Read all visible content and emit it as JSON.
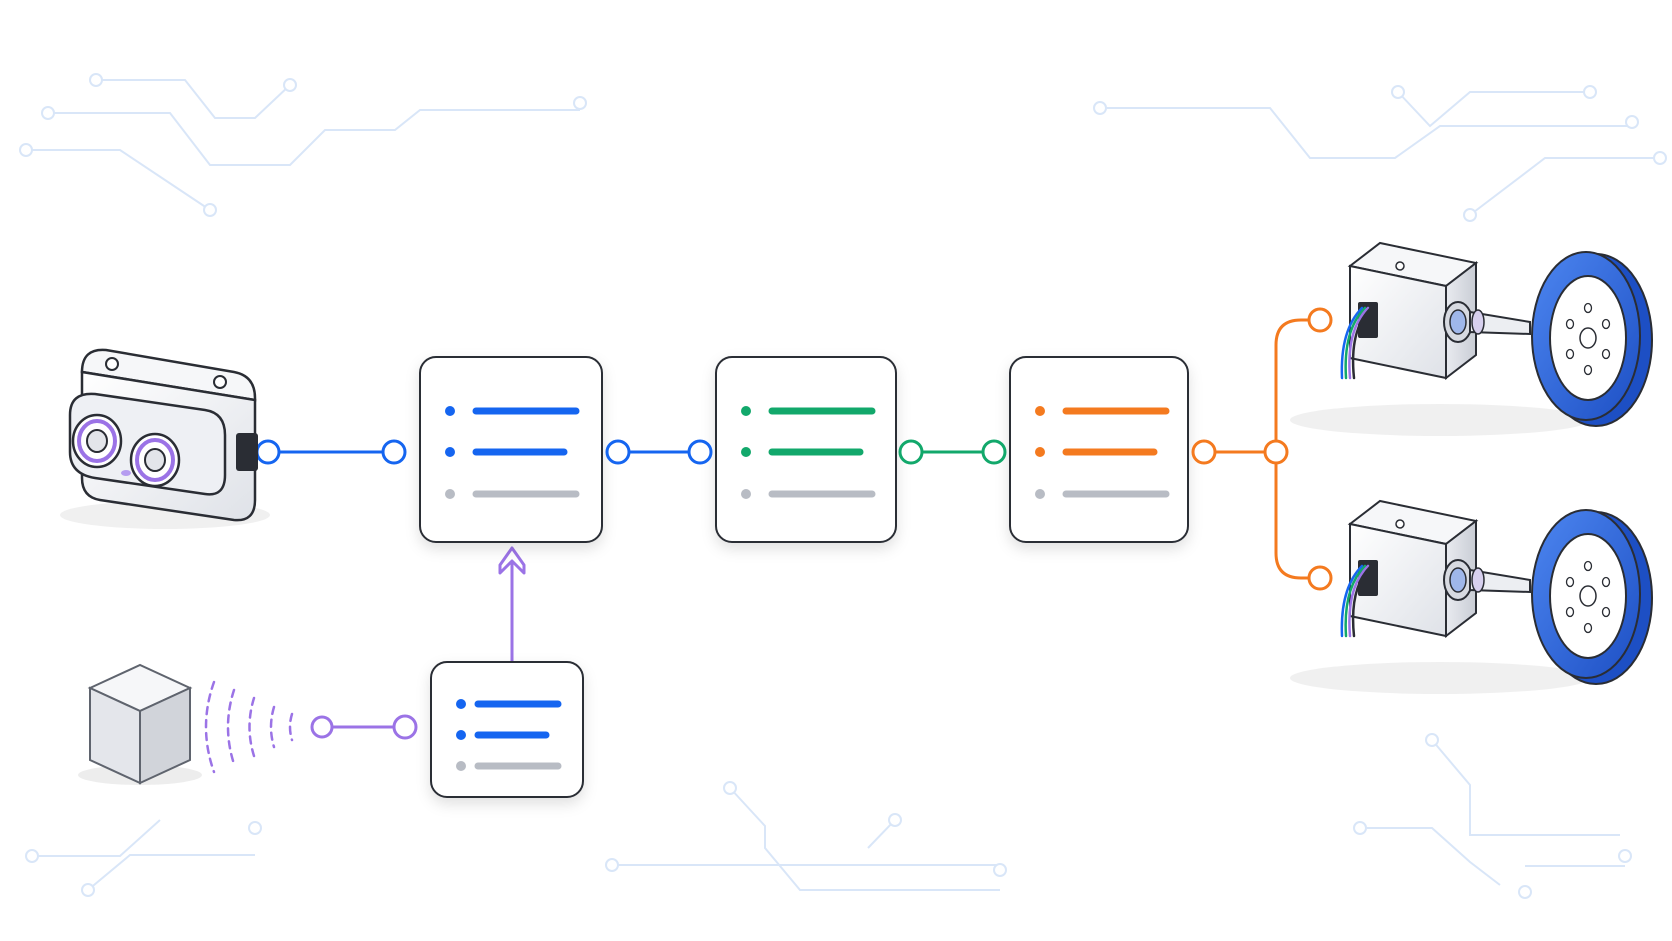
{
  "colors": {
    "blue": "#1565F0",
    "green": "#12A86B",
    "orange": "#F47A1F",
    "purple": "#9B73E6",
    "gray": "#B8BCC4",
    "trace": "#D9E6F8",
    "card_border": "#2A2D34",
    "wheel": "#2F6BE0"
  },
  "nodes": [
    {
      "id": "stage-1",
      "accent": "blue"
    },
    {
      "id": "stage-2",
      "accent": "green"
    },
    {
      "id": "stage-3",
      "accent": "orange"
    },
    {
      "id": "aux-stage",
      "accent": "blue"
    }
  ],
  "components": {
    "input": [
      "stereo-camera",
      "wireless-sensor-cube"
    ],
    "output": [
      "motor-wheel-top",
      "motor-wheel-bottom"
    ]
  },
  "icons": [
    "list-lines-icon",
    "connector-port-icon",
    "signal-waves-icon",
    "arrow-up-icon"
  ]
}
